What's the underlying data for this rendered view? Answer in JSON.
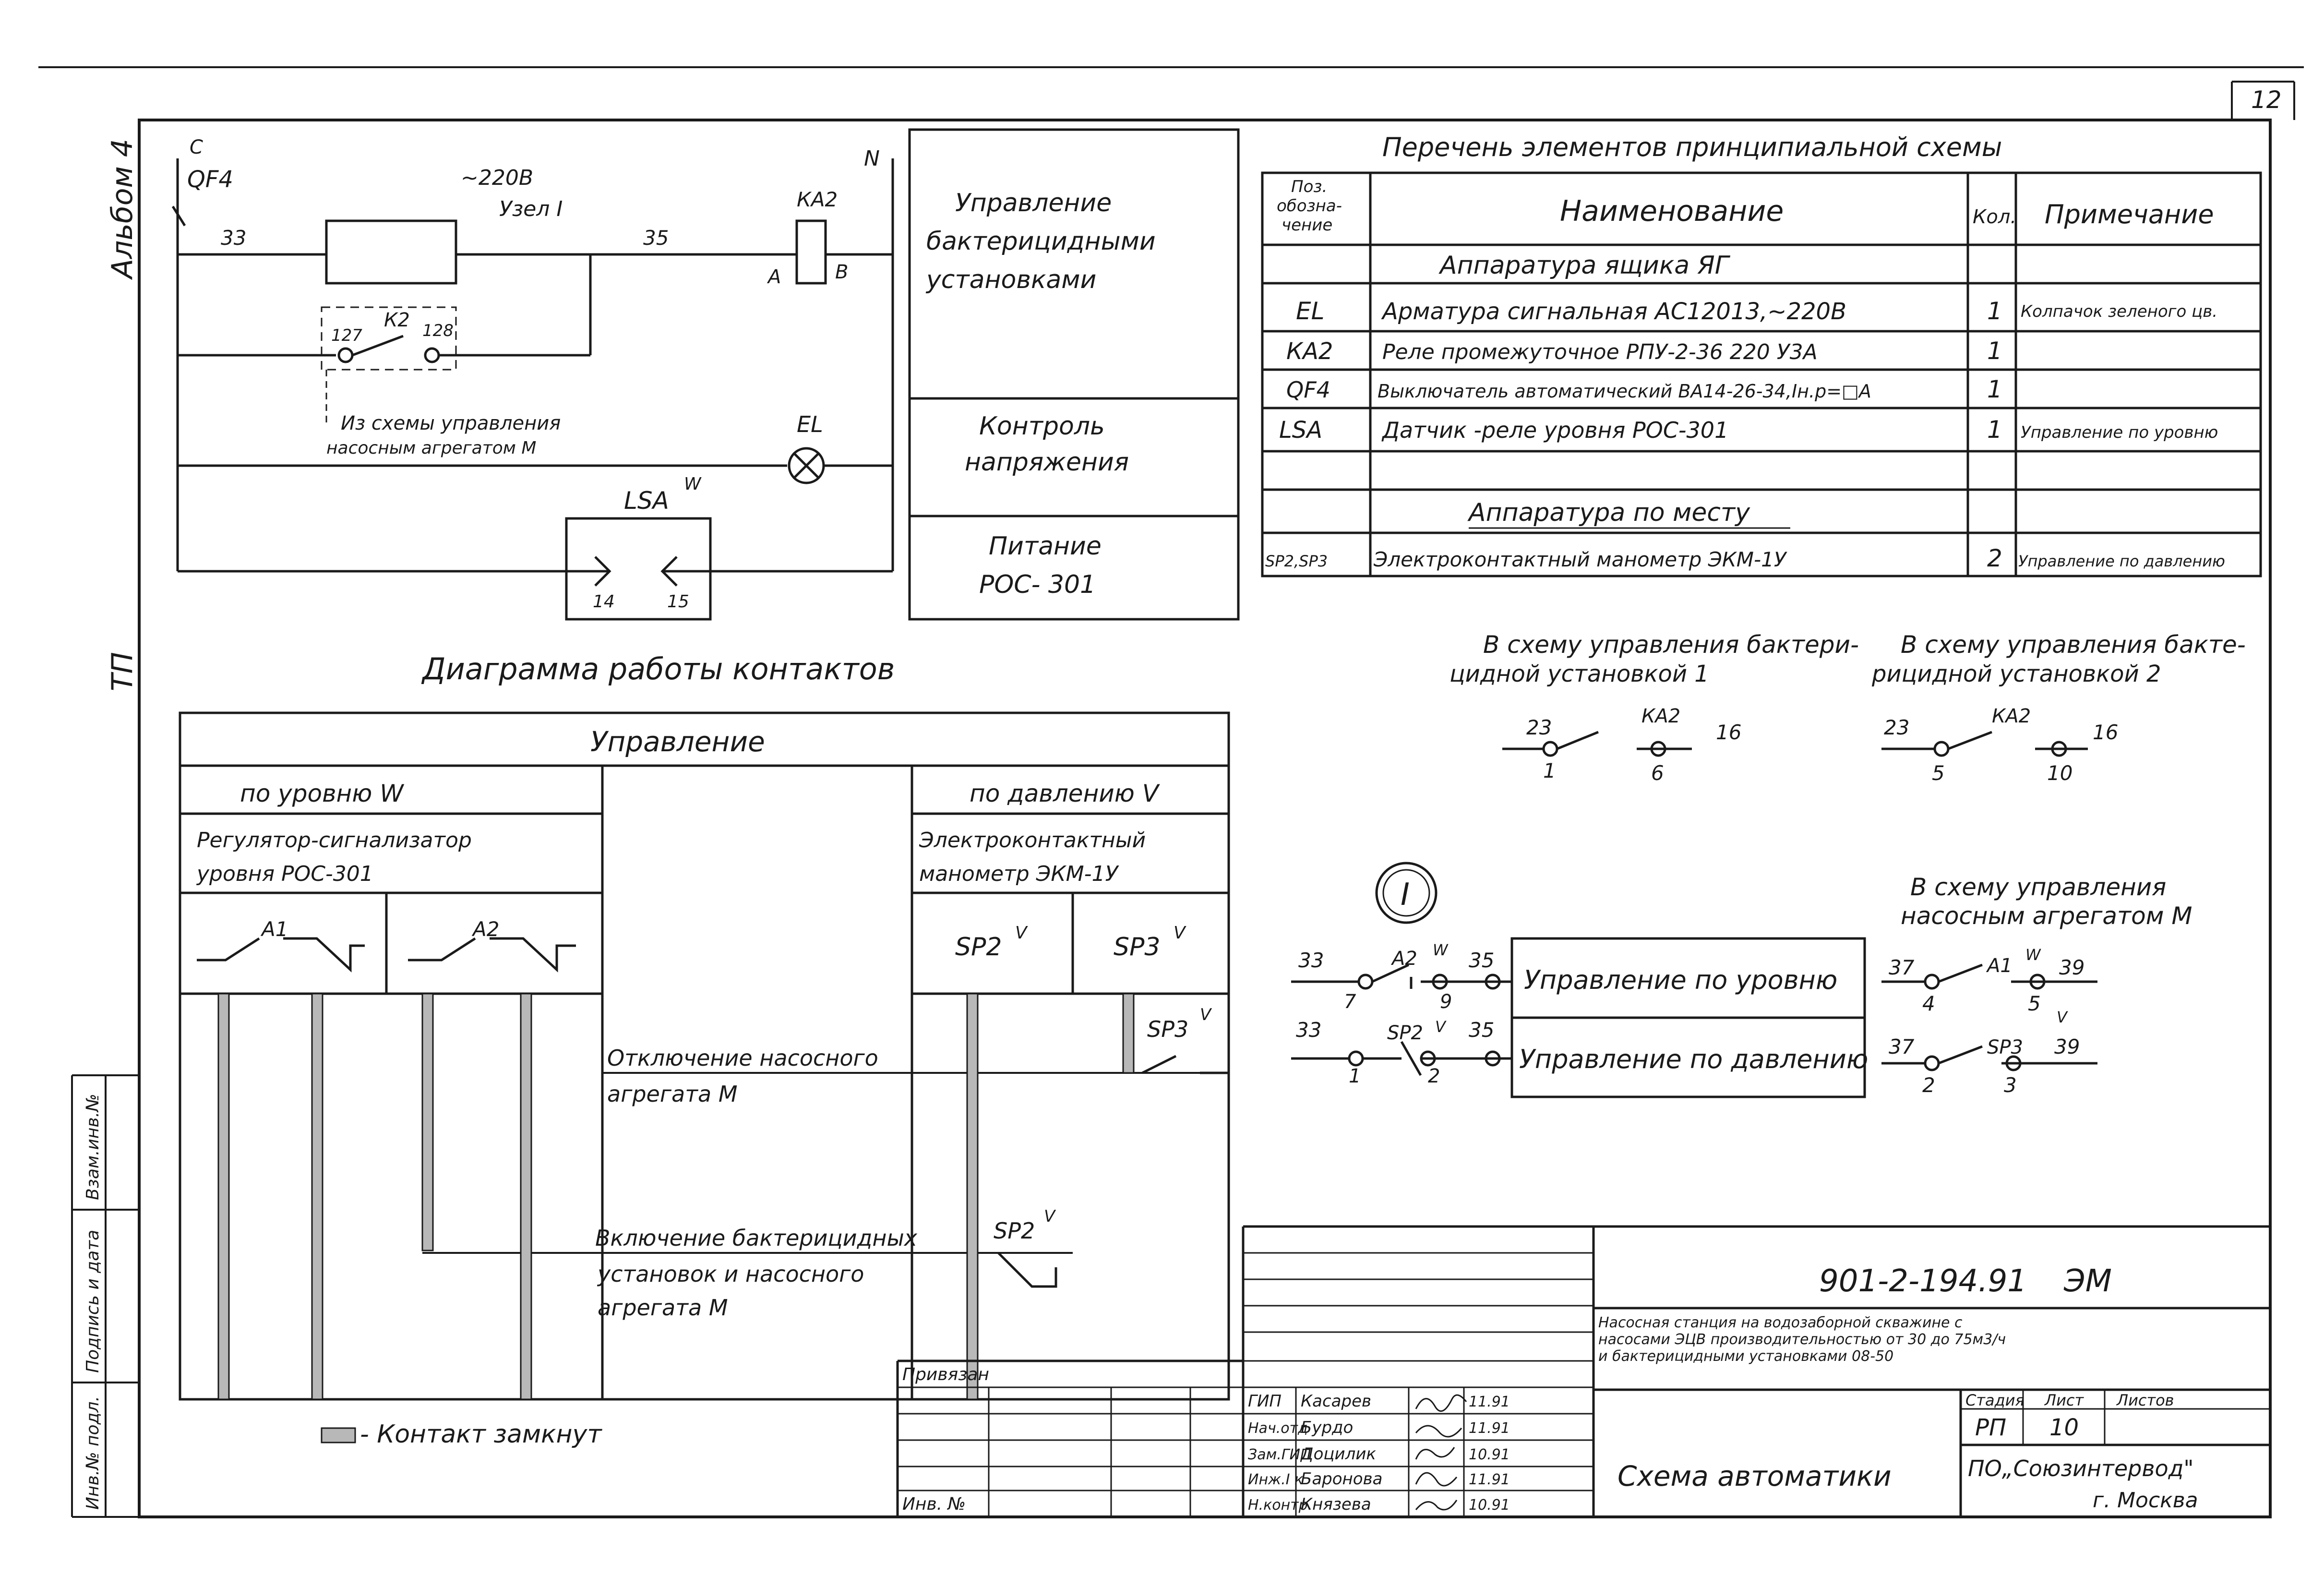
{
  "sheet": {
    "page_number": "12",
    "side_album": "Альбом 4",
    "side_tp": "ТП",
    "side_vzam": "Взам.инв.№",
    "side_podpis": "Подпись и дата",
    "side_inv": "Инв.№ подл."
  },
  "circuit": {
    "phase": "С",
    "qf": "QF4",
    "voltage": "~220В",
    "uzel": "Узел I",
    "neutral": "N",
    "wire33": "33",
    "wire35": "35",
    "ka2": "КА2",
    "ka2_a": "А",
    "ka2_b": "В",
    "k2": "К2",
    "n127": "127",
    "n128": "128",
    "note_line1": "Из схемы управления",
    "note_line2": "насосным агрегатом М",
    "el": "EL",
    "lsa": "LSA",
    "lsa_sup": "W",
    "t14": "14",
    "t15": "15"
  },
  "circuit_panel": {
    "sec1_line1": "Управление",
    "sec1_line2": "бактерицидными",
    "sec1_line3": "установками",
    "sec2_line1": "Контроль",
    "sec2_line2": "напряжения",
    "sec3_line1": "Питание",
    "sec3_line2": "РОС- 301"
  },
  "element_list": {
    "title": "Перечень элементов принципиальной схемы",
    "headers": {
      "pos_line1": "Поз.",
      "pos_line2": "обозна-",
      "pos_line3": "чение",
      "name": "Наименование",
      "qty": "Кол.",
      "note": "Примечание"
    },
    "group1": "Аппаратура ящика ЯГ",
    "rows": [
      {
        "pos": "EL",
        "name": "Арматура сигнальная АС12013,~220В",
        "qty": "1",
        "note": "Колпачок зеленого цв."
      },
      {
        "pos": "КА2",
        "name": "Реле промежуточное РПУ-2-36 220 У3А",
        "qty": "1",
        "note": ""
      },
      {
        "pos": "QF4",
        "name": "Выключатель автоматический ВА14-26-34,Iн.р=□А",
        "qty": "1",
        "note": ""
      },
      {
        "pos": "LSA",
        "name": "Датчик -реле уровня РОС-301",
        "qty": "1",
        "note": "Управление по уровню"
      }
    ],
    "group2": "Аппаратура по месту",
    "rows2": [
      {
        "pos": "SP2,SP3",
        "name": "Электроконтактный манометр ЭКМ-1У",
        "qty": "2",
        "note": "Управление по давлению"
      }
    ]
  },
  "diagram": {
    "title": "Диаграмма работы контактов",
    "control": "Управление",
    "by_level": "по уровню W",
    "by_pressure": "по давлению V",
    "regulator_line1": "Регулятор-сигнализатор",
    "regulator_line2": "уровня РОС-301",
    "manometer_line1": "Электроконтактный",
    "manometer_line2": "манометр ЭКМ-1У",
    "a1": "А1",
    "a2": "А2",
    "sp2": "SP2",
    "sp3": "SP3",
    "sup_v": "V",
    "sup_w": "W",
    "off_line1": "Отключение насосного",
    "off_line2": "агрегата М",
    "on_line1": "Включение бактерицидных",
    "on_line2": "установок и насосного",
    "on_line3": "агрегата М"
  },
  "outputs": {
    "bact1_line1": "В схему управления бактери-",
    "bact1_line2": "цидной установкой 1",
    "bact2_line1": "В схему управления бакте-",
    "bact2_line2": "рицидной установкой 2",
    "pump_line1": "В схему управления",
    "pump_line2": "насосным агрегатом М",
    "ka2": "КА2",
    "n23": "23",
    "n16": "16",
    "n1": "1",
    "n6": "6",
    "n5": "5",
    "n10": "10",
    "n37": "37",
    "n39": "39",
    "n4": "4",
    "n3": "3",
    "n2": "2",
    "a1": "А1",
    "sp3": "SP3",
    "sup_w": "W",
    "sup_v": "V"
  },
  "node1": {
    "marker": "I",
    "n33": "33",
    "n35": "35",
    "a2": "А2",
    "sp2": "SP2",
    "sup_w": "W",
    "sup_v": "V",
    "n7": "7",
    "n9": "9",
    "n1": "1",
    "n2": "2",
    "ctrl_level": "Управление по уровню",
    "ctrl_pressure": "Управление по давлению"
  },
  "legend": {
    "text": "- Контакт замкнут"
  },
  "title_block": {
    "code": "901-2-194.91",
    "mark": "ЭМ",
    "desc_line1": "Насосная станция на водозаборной скважине с",
    "desc_line2": "насосами ЭЦВ производительностью от 30 до 75м3/ч",
    "desc_line3": "и бактерицидными установками 08-50",
    "stage_h": "Стадия",
    "sheet_h": "Лист",
    "sheets_h": "Листов",
    "stage": "РП",
    "sheet": "10",
    "sheets": "",
    "drawing_title": "Схема автоматики",
    "org_line1": "ПО„Союзинтервод\"",
    "org_line2": "г. Москва",
    "privyazan": "Привязан",
    "inv": "Инв. №",
    "signers": [
      {
        "role": "ГИП",
        "name": "Касарев",
        "date": "11.91"
      },
      {
        "role": "Нач.отд",
        "name": "Бурдо",
        "date": "11.91"
      },
      {
        "role": "Зам.ГИП",
        "name": "Доцилик",
        "date": "10.91"
      },
      {
        "role": "Инж.I к",
        "name": "Баронова",
        "date": "11.91"
      },
      {
        "role": "Н.контр.",
        "name": "Князева",
        "date": "10.91"
      }
    ]
  }
}
